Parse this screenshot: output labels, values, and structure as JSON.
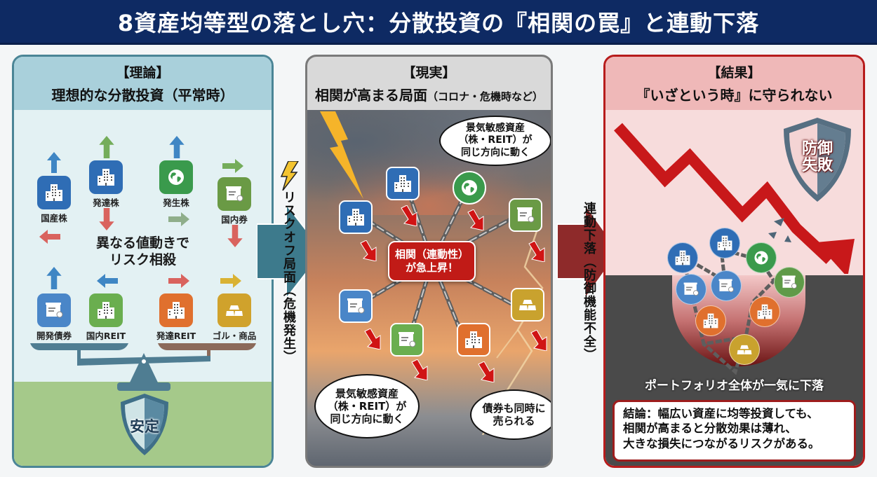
{
  "title": "8資産均等型の落とし穴：分散投資の『相関の罠』と連動下落",
  "theory": {
    "tag": "【理論】",
    "subtitle": "理想的な分散投資（平常時）",
    "center_text_line1": "異なる値動きで",
    "center_text_line2": "リスク相殺",
    "assets": [
      {
        "label": "国産株",
        "icon": "building-icon",
        "color": "#2f6db5",
        "move": "up"
      },
      {
        "label": "発達株",
        "icon": "building-icon",
        "color": "#2f6db5",
        "move": "up/down"
      },
      {
        "label": "発生株",
        "icon": "globe-icon",
        "color": "#3a9a4c",
        "move": "up"
      },
      {
        "label": "国内券",
        "icon": "certificate-icon",
        "color": "#6a9a45",
        "move": "right/down"
      },
      {
        "label": "開発債券",
        "icon": "certificate-icon",
        "color": "#4a86c8",
        "move": "up"
      },
      {
        "label": "国内REIT",
        "icon": "building-icon",
        "color": "#6aae4f",
        "move": "left"
      },
      {
        "label": "発達REIT",
        "icon": "building-icon",
        "color": "#e0702e",
        "move": "right"
      },
      {
        "label": "ゴル・商品",
        "icon": "gold-bars-icon",
        "color": "#d0a22c",
        "move": "right"
      }
    ],
    "shield_label": "安定",
    "colors": {
      "border": "#4b8596",
      "header": "#a9d0db",
      "bg": "#e3f1f3",
      "grass": "#a5c98a"
    }
  },
  "connector_left": {
    "label_main": "リスクオフ局面",
    "label_sub": "（危機発生）",
    "color": "#3d7a8c"
  },
  "reality": {
    "tag": "【現実】",
    "subtitle": "相関が高まる局面",
    "subtitle_small": "（コロナ・危機時など）",
    "center_box_line1": "相関（連動性）",
    "center_box_line2": "が急上昇！",
    "bubble_top": [
      "景気敏感資産",
      "（株・REIT）が",
      "同じ方向に動く"
    ],
    "bubble_bottom_left": [
      "景気敏感資産",
      "（株・REIT）が",
      "同じ方向に動く"
    ],
    "bubble_bottom_right": [
      "債券も同時に",
      "売られる"
    ],
    "colors": {
      "alert_red": "#c11b17",
      "header": "#d9d9d9"
    }
  },
  "connector_right": {
    "label_main": "連動下落",
    "label_sub": "（防御機能不全）",
    "color": "#8e2a2a"
  },
  "result": {
    "tag": "【結果】",
    "subtitle": "『いざという時』に守られない",
    "shield_label_line1": "防御",
    "shield_label_line2": "失敗",
    "portfolio_caption": "ポートフォリオ全体が一気に下落",
    "conclusion_lines": [
      "結論：幅広い資産に均等投資しても、",
      "相関が高まると分散効果は薄れ、",
      "大きな損失につながるリスクがある。"
    ],
    "colors": {
      "border": "#b71c1c",
      "header": "#efb8b8",
      "bg": "#f7dcdc",
      "pit": "#4a4a4a",
      "arrow": "#c8181a"
    }
  }
}
